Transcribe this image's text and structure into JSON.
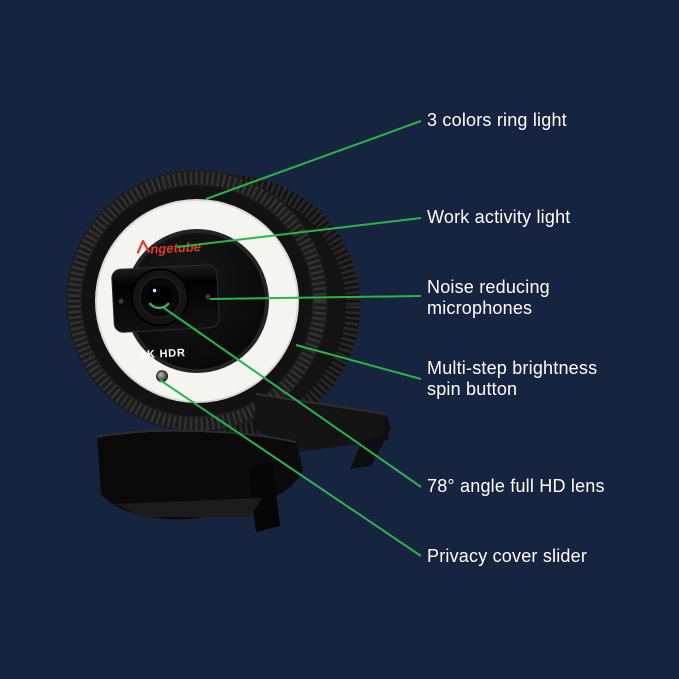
{
  "colors": {
    "background": "#16243f",
    "annotation": "#2eb34b",
    "label_text": "#ffffff",
    "logo_red": "#e23a2e",
    "lens_glint": "#3fae5c",
    "ring_light": "#f4f4f1"
  },
  "product": {
    "logo_text": "ngetube",
    "badge_text": "2K HDR"
  },
  "annotations": [
    {
      "id": "ring-light",
      "lines": [
        "3 colors ring light"
      ]
    },
    {
      "id": "activity-light",
      "lines": [
        "Work activity light"
      ]
    },
    {
      "id": "microphones",
      "lines": [
        "Noise reducing",
        "microphones"
      ]
    },
    {
      "id": "brightness-button",
      "lines": [
        "Multi-step brightness",
        "spin button"
      ]
    },
    {
      "id": "hd-lens",
      "lines": [
        "78° angle full HD lens"
      ]
    },
    {
      "id": "privacy-slider",
      "lines": [
        "Privacy cover slider"
      ]
    }
  ]
}
